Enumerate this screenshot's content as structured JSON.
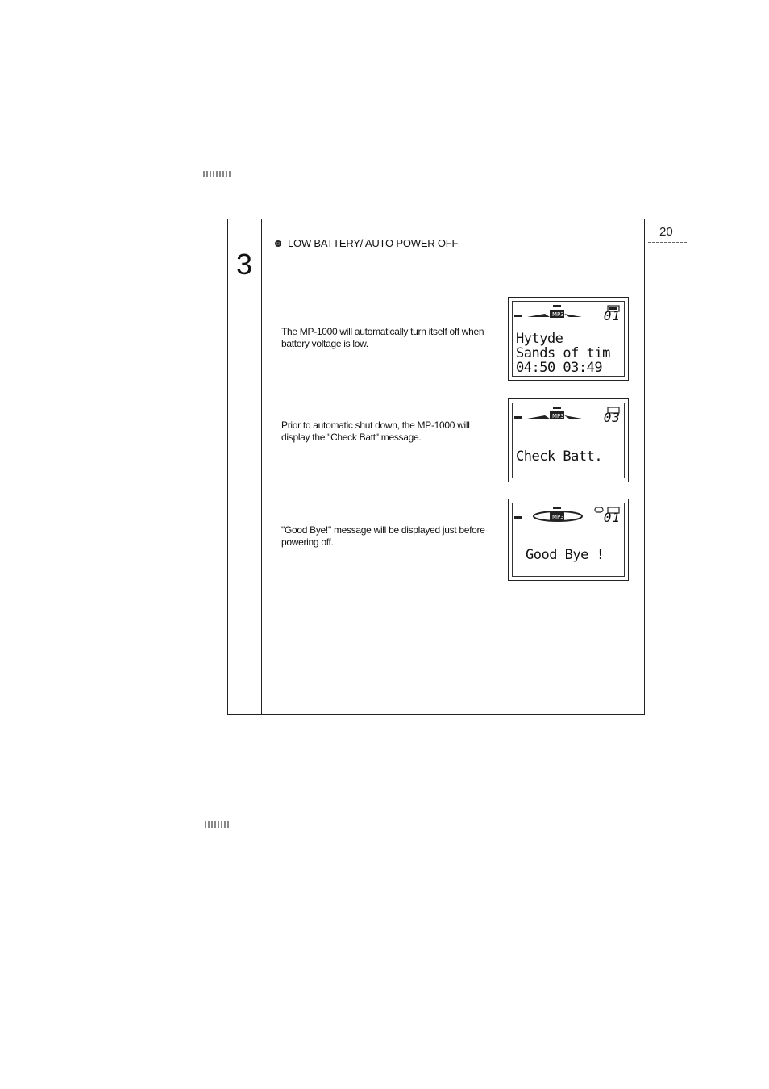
{
  "page": {
    "number": "20"
  },
  "chapter": {
    "number": "3"
  },
  "section": {
    "title": "LOW BATTERY/ AUTO POWER OFF",
    "bullet_icon": "bullet-circle-icon"
  },
  "steps": [
    {
      "text": "The MP-1000 will automatically turn itself off when battery voltage is low.",
      "screen": {
        "track_number": "01",
        "lines": [
          "Hytyde",
          "Sands of tim",
          "04:50  03:49"
        ]
      }
    },
    {
      "text": "Prior to automatic shut down, the MP-1000 will display the \"Check Batt\" message.",
      "screen": {
        "track_number": "03",
        "lines": [
          "Check Batt."
        ]
      }
    },
    {
      "text": "\"Good Bye!\" message will be displayed just before powering off.",
      "screen": {
        "track_number": "01",
        "lines": [
          "Good Bye !"
        ]
      }
    }
  ]
}
